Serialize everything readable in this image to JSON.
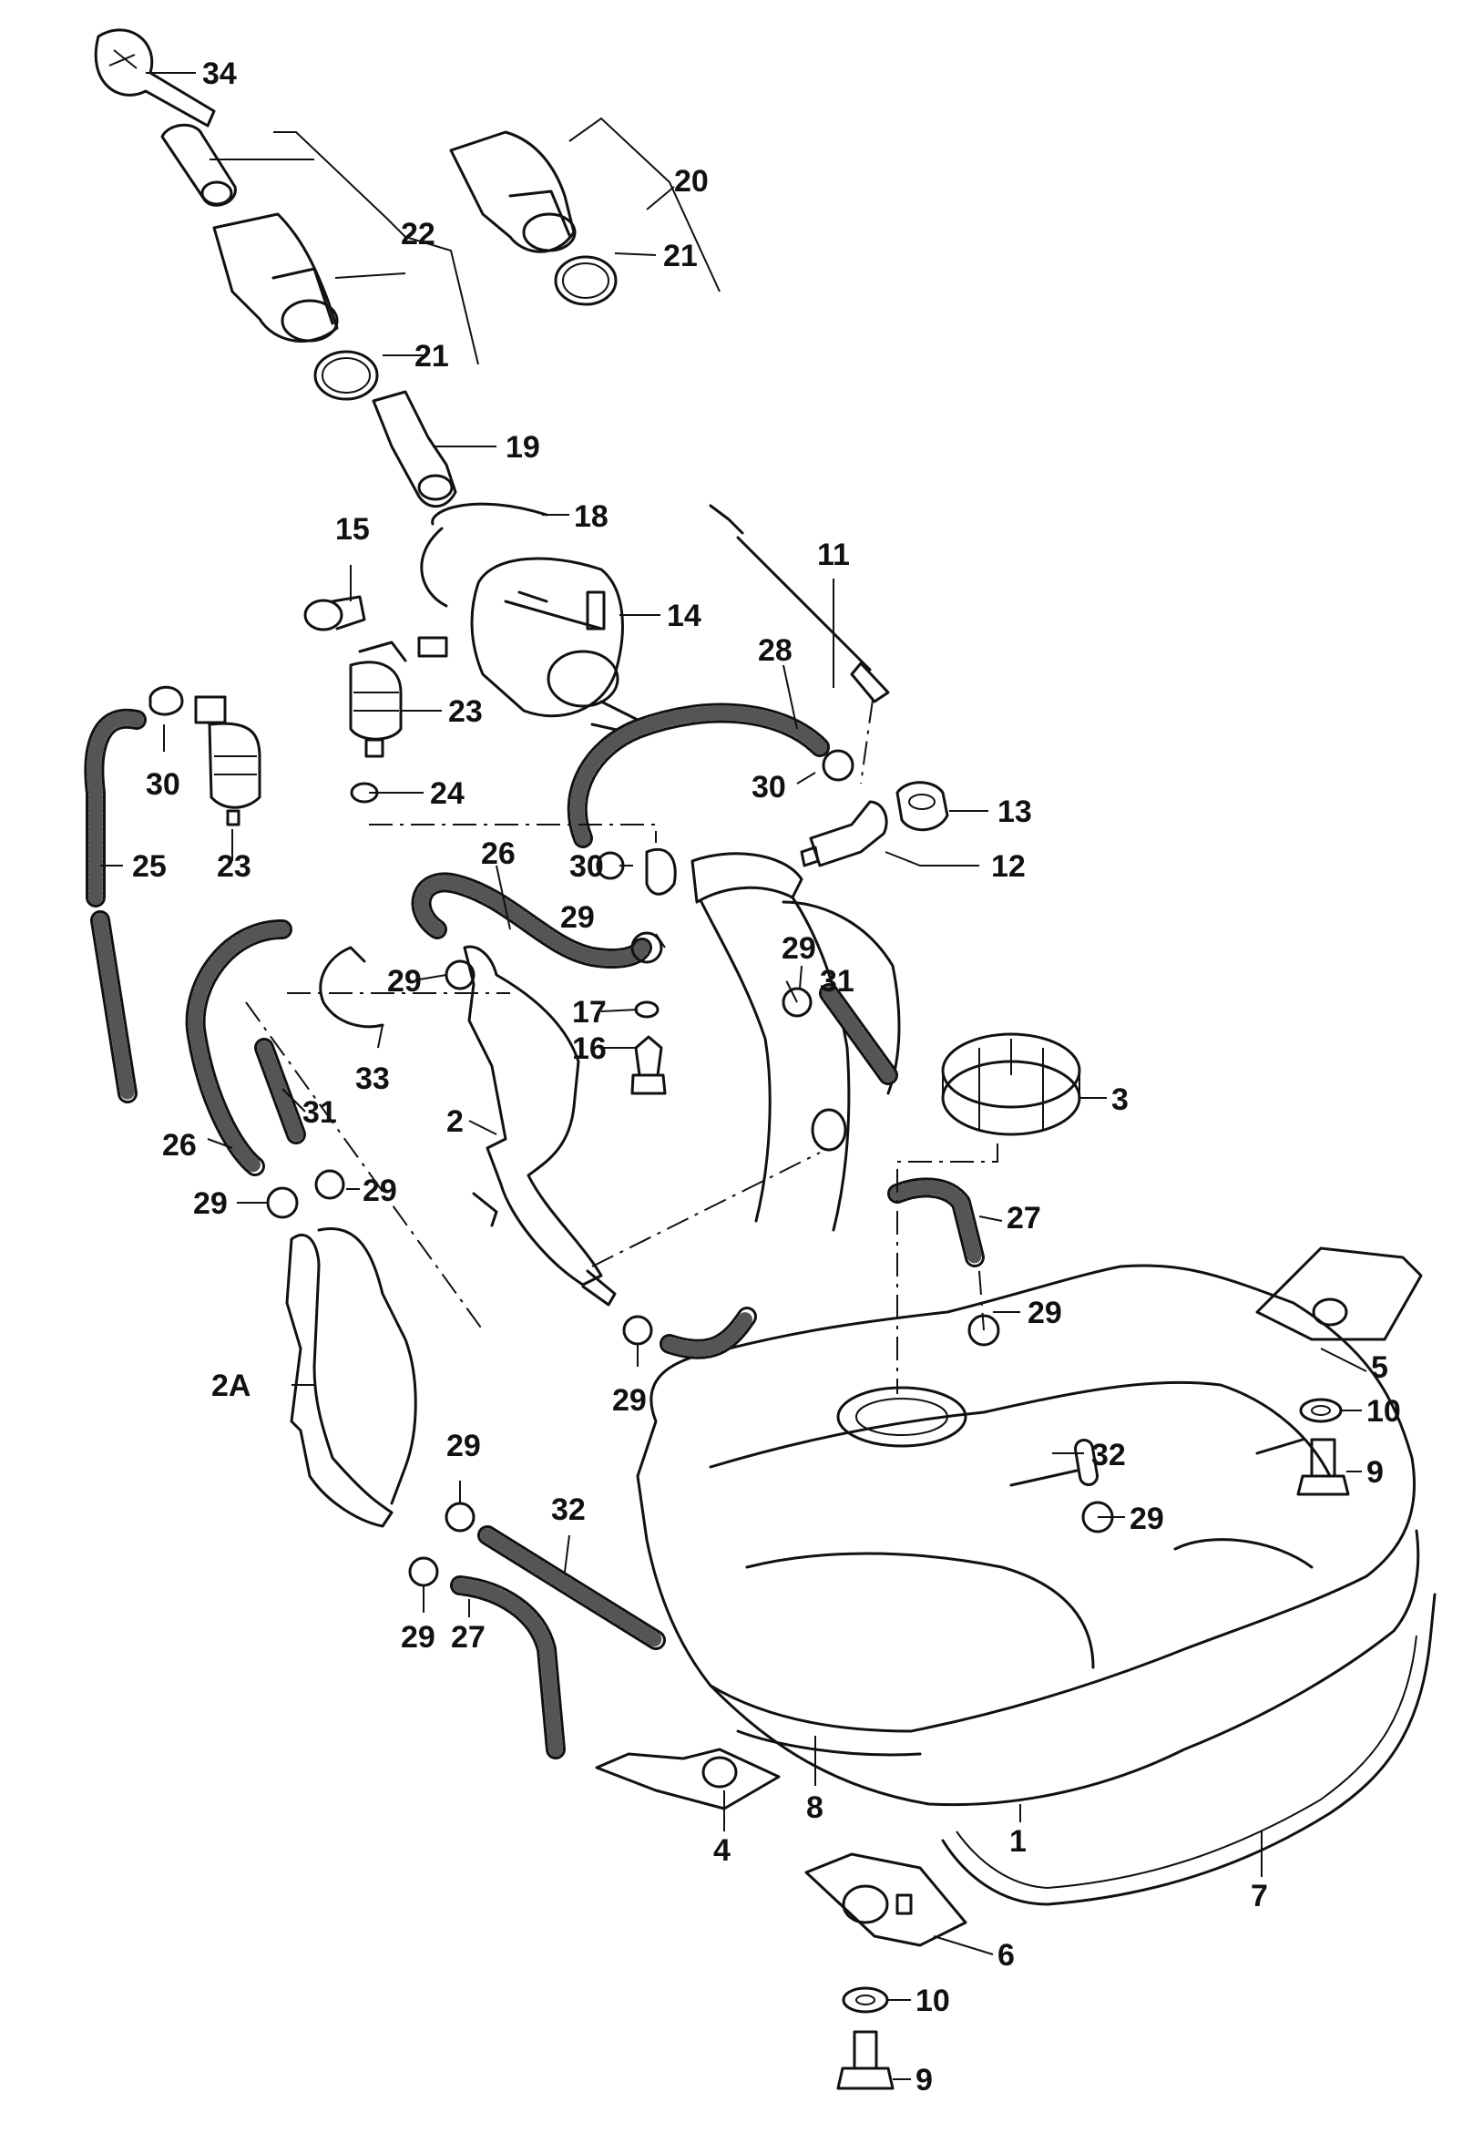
{
  "callouts": [
    {
      "id": "c34",
      "text": "34"
    },
    {
      "id": "c22",
      "text": "22"
    },
    {
      "id": "c20",
      "text": "20"
    },
    {
      "id": "c21a",
      "text": "21"
    },
    {
      "id": "c21b",
      "text": "21"
    },
    {
      "id": "c19",
      "text": "19"
    },
    {
      "id": "c18",
      "text": "18"
    },
    {
      "id": "c15",
      "text": "15"
    },
    {
      "id": "c14",
      "text": "14"
    },
    {
      "id": "c11",
      "text": "11"
    },
    {
      "id": "c23a",
      "text": "23"
    },
    {
      "id": "c23b",
      "text": "23"
    },
    {
      "id": "c30a",
      "text": "30"
    },
    {
      "id": "c30b",
      "text": "30"
    },
    {
      "id": "c30c",
      "text": "30"
    },
    {
      "id": "c28",
      "text": "28"
    },
    {
      "id": "c24",
      "text": "24"
    },
    {
      "id": "c13",
      "text": "13"
    },
    {
      "id": "c12",
      "text": "12"
    },
    {
      "id": "c25",
      "text": "25"
    },
    {
      "id": "c26a",
      "text": "26"
    },
    {
      "id": "c26b",
      "text": "26"
    },
    {
      "id": "c29a",
      "text": "29"
    },
    {
      "id": "c29b",
      "text": "29"
    },
    {
      "id": "c29c",
      "text": "29"
    },
    {
      "id": "c29d",
      "text": "29"
    },
    {
      "id": "c29e",
      "text": "29"
    },
    {
      "id": "c29f",
      "text": "29"
    },
    {
      "id": "c29g",
      "text": "29"
    },
    {
      "id": "c29h",
      "text": "29"
    },
    {
      "id": "c29i",
      "text": "29"
    },
    {
      "id": "c29j",
      "text": "29"
    },
    {
      "id": "c33",
      "text": "33"
    },
    {
      "id": "c17",
      "text": "17"
    },
    {
      "id": "c16",
      "text": "16"
    },
    {
      "id": "c31a",
      "text": "31"
    },
    {
      "id": "c31b",
      "text": "31"
    },
    {
      "id": "c3",
      "text": "3"
    },
    {
      "id": "c2",
      "text": "2"
    },
    {
      "id": "c27a",
      "text": "27"
    },
    {
      "id": "c27b",
      "text": "27"
    },
    {
      "id": "c2A",
      "text": "2A"
    },
    {
      "id": "c5",
      "text": "5"
    },
    {
      "id": "c10a",
      "text": "10"
    },
    {
      "id": "c10b",
      "text": "10"
    },
    {
      "id": "c9a",
      "text": "9"
    },
    {
      "id": "c9b",
      "text": "9"
    },
    {
      "id": "c32a",
      "text": "32"
    },
    {
      "id": "c32b",
      "text": "32"
    },
    {
      "id": "c8",
      "text": "8"
    },
    {
      "id": "c1",
      "text": "1"
    },
    {
      "id": "c7",
      "text": "7"
    },
    {
      "id": "c4",
      "text": "4"
    },
    {
      "id": "c6",
      "text": "6"
    }
  ]
}
